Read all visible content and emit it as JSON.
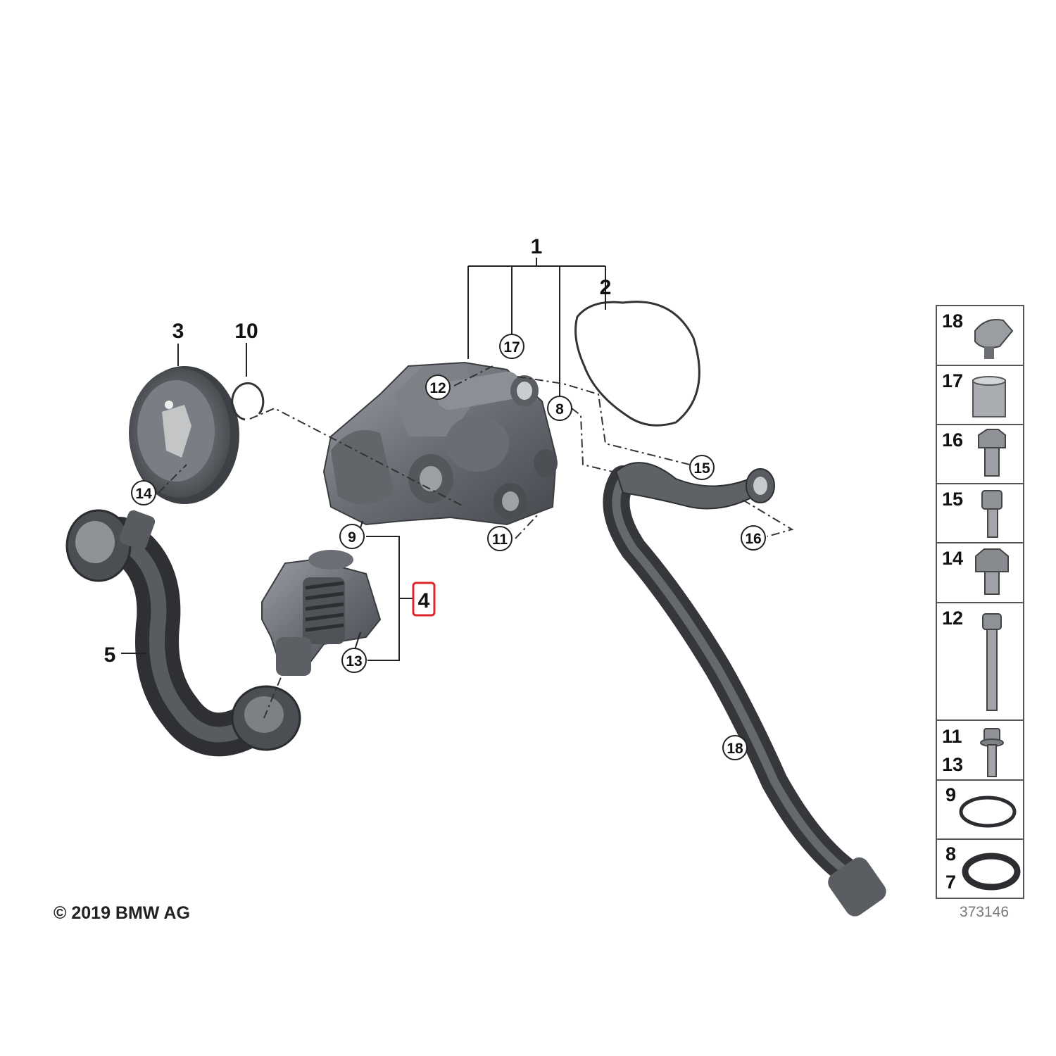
{
  "callouts": {
    "c1": "1",
    "c2": "2",
    "c3": "3",
    "c4": "4",
    "c5": "5",
    "c10": "10",
    "b8": "8",
    "b9": "9",
    "b11": "11",
    "b12": "12",
    "b13": "13",
    "b14": "14",
    "b15": "15",
    "b16": "16",
    "b17": "17",
    "b18": "18"
  },
  "sidebar": {
    "rows": [
      {
        "numbers": [
          "18"
        ],
        "icon": "hose-clamp-icon"
      },
      {
        "numbers": [
          "17"
        ],
        "icon": "sleeve-icon"
      },
      {
        "numbers": [
          "16"
        ],
        "icon": "hex-bolt-icon"
      },
      {
        "numbers": [
          "15"
        ],
        "icon": "socket-bolt-icon"
      },
      {
        "numbers": [
          "14"
        ],
        "icon": "plug-bolt-icon"
      },
      {
        "numbers": [
          "12"
        ],
        "icon": "long-bolt-icon"
      },
      {
        "numbers": [
          "11",
          "13"
        ],
        "icon": "flange-bolt-icon"
      },
      {
        "numbers": [
          "9"
        ],
        "icon": "o-ring-icon"
      },
      {
        "numbers": [
          "8",
          "7"
        ],
        "icon": "thick-seal-ring-icon"
      }
    ]
  },
  "copyright": "© 2019 BMW AG",
  "reference_number": "373146",
  "colors": {
    "highlight": "#e0242b",
    "part_dark": "#4a4d52",
    "part_light": "#8a8e94"
  }
}
